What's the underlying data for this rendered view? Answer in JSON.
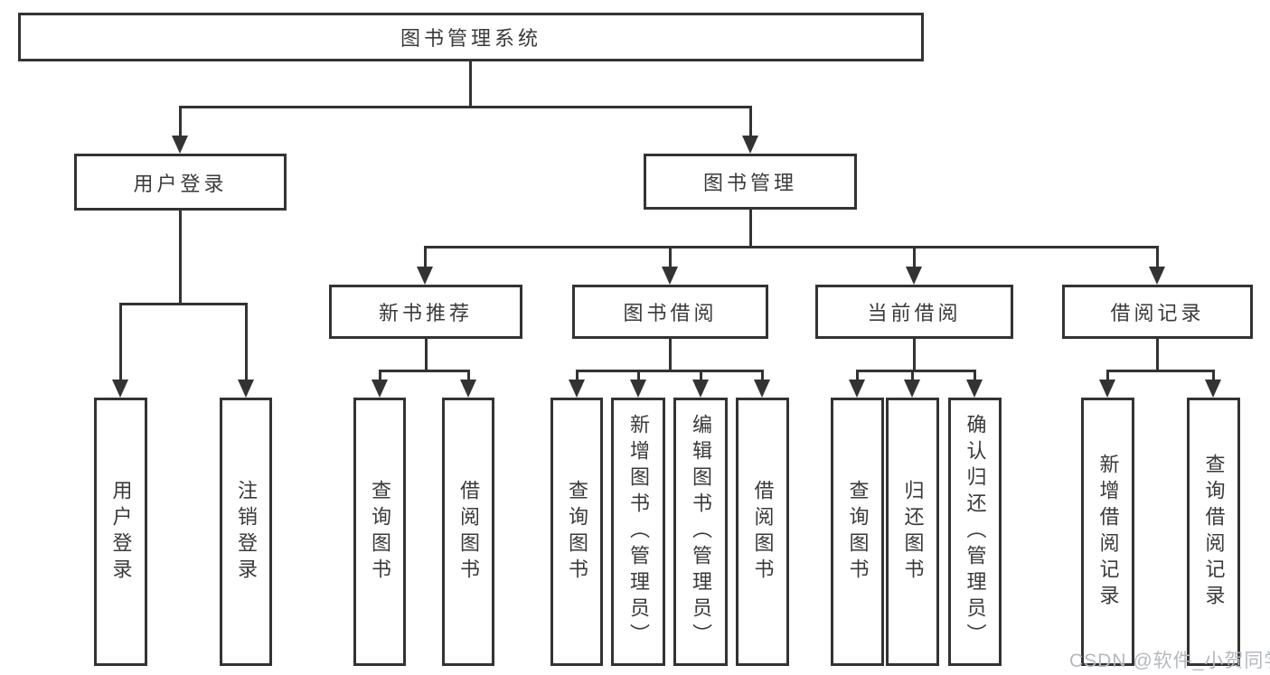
{
  "page": {
    "background": "#ffffff"
  },
  "colors": {
    "line": "#333333",
    "box_border": "#333333",
    "text": "#3a3a3a",
    "watermark": "#b4b8bf"
  },
  "diagram": {
    "root": {
      "label": "图书管理系统"
    },
    "level2": [
      {
        "id": "user-login",
        "label": "用户登录"
      },
      {
        "id": "book-management",
        "label": "图书管理"
      }
    ],
    "level3": [
      {
        "id": "new-book-recommend",
        "label": "新书推荐"
      },
      {
        "id": "book-borrow",
        "label": "图书借阅"
      },
      {
        "id": "current-borrow",
        "label": "当前借阅"
      },
      {
        "id": "borrow-records",
        "label": "借阅记录"
      }
    ],
    "leaves": {
      "user_login": [
        "用户登录",
        "注销登录"
      ],
      "new_book_recommend": [
        "查询图书",
        "借阅图书"
      ],
      "book_borrow": [
        "查询图书",
        "新增图书（管理员）",
        "编辑图书（管理员）",
        "借阅图书"
      ],
      "current_borrow": [
        "查询图书",
        "归还图书",
        "确认归还（管理员）"
      ],
      "borrow_records": [
        "新增借阅记录",
        "查询借阅记录"
      ]
    }
  },
  "watermark": {
    "text": "CSDN @软件_小贺同学"
  }
}
